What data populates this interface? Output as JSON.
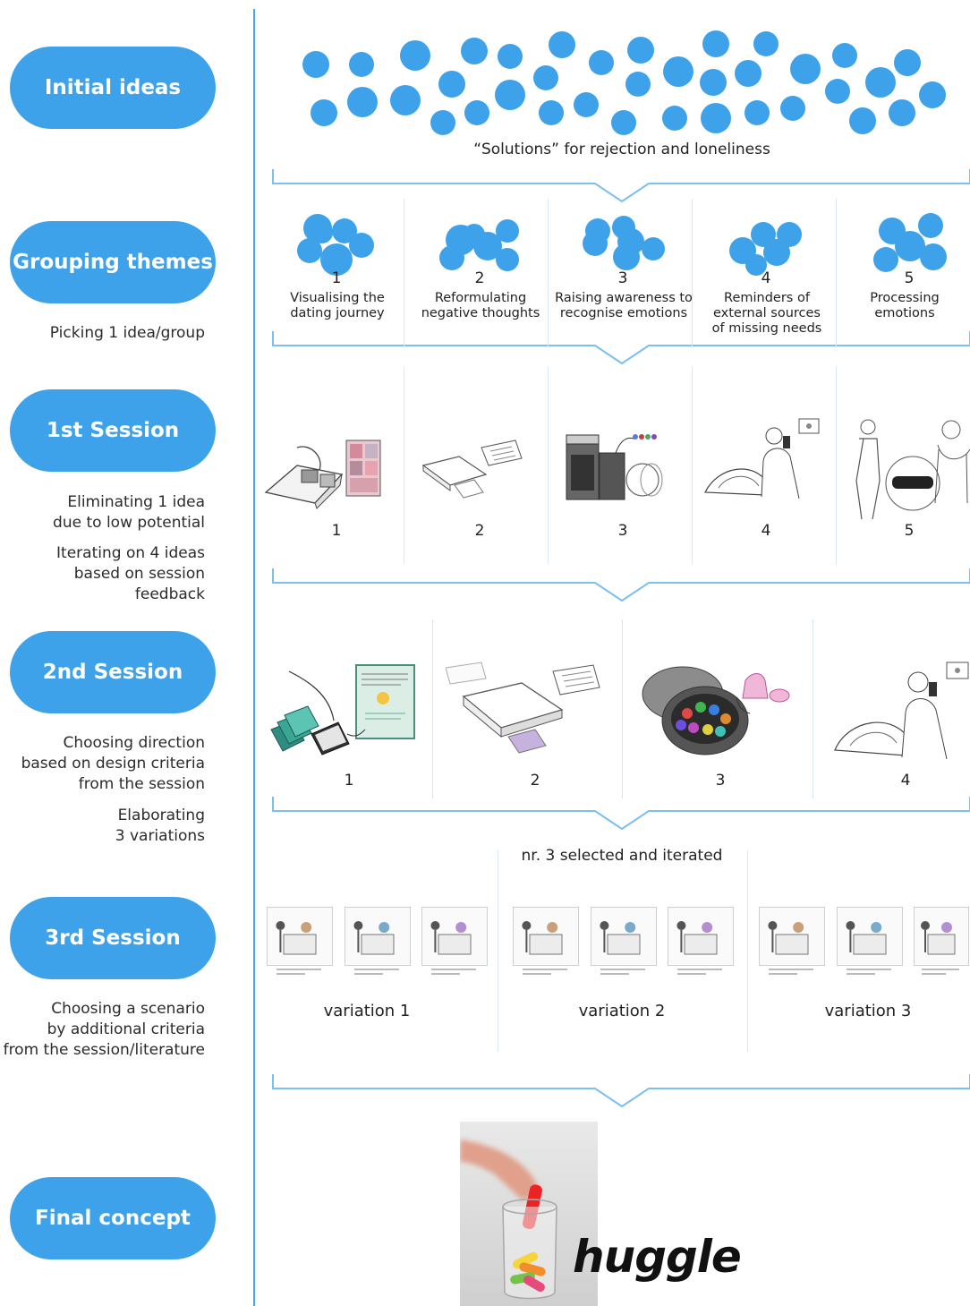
{
  "stages": [
    {
      "label": "Initial ideas"
    },
    {
      "label": "Grouping themes"
    },
    {
      "label": "1st Session"
    },
    {
      "label": "2nd Session"
    },
    {
      "label": "3rd Session"
    },
    {
      "label": "Final concept"
    }
  ],
  "notes": {
    "grouping": "Picking 1 idea/group",
    "s1_a": [
      "Eliminating 1 idea",
      "due to low potential"
    ],
    "s1_b": [
      "Iterating on 4 ideas",
      "based on session feedback"
    ],
    "s2_a": [
      "Choosing direction",
      "based on design criteria",
      "from the session"
    ],
    "s2_b": [
      "Elaborating",
      "3 variations"
    ],
    "s3": [
      "Choosing a scenario",
      "by additional criteria",
      "from the session/literature"
    ]
  },
  "initial_caption": "“Solutions” for rejection and loneliness",
  "themes": [
    {
      "num": "1",
      "label": [
        "Visualising the",
        "dating journey"
      ]
    },
    {
      "num": "2",
      "label": [
        "Reformulating",
        "negative thoughts"
      ]
    },
    {
      "num": "3",
      "label": [
        "Raising awareness to",
        "recognise emotions"
      ]
    },
    {
      "num": "4",
      "label": [
        "Reminders of",
        "external sources",
        "of missing needs"
      ]
    },
    {
      "num": "5",
      "label": [
        "Processing emotions"
      ]
    }
  ],
  "session1_numbers": [
    "1",
    "2",
    "3",
    "4",
    "5"
  ],
  "session2_numbers": [
    "1",
    "2",
    "3",
    "4"
  ],
  "selected_caption": "nr. 3 selected and iterated",
  "variations": [
    "variation 1",
    "variation 2",
    "variation 3"
  ],
  "final_name": "huggle",
  "colors": {
    "accent": "#3ea2ea",
    "line": "#4aa6ea",
    "chevron": "#7cc0f0"
  }
}
